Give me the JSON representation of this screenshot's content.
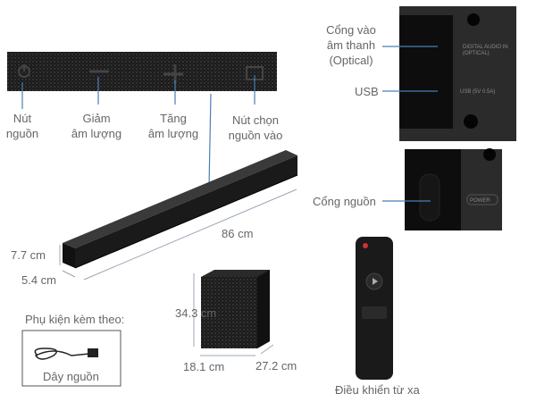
{
  "colors": {
    "accent_line": "#4a7fb5",
    "label": "#666666",
    "device": "#1a1a1a"
  },
  "control_panel": {
    "labels": {
      "power": [
        "Nút",
        "nguồn"
      ],
      "vol_down": [
        "Giảm",
        "âm lượng"
      ],
      "vol_up": [
        "Tăng",
        "âm lượng"
      ],
      "source": [
        "Nút chọn",
        "nguồn vào"
      ]
    }
  },
  "rear_ports": {
    "optical": [
      "Cổng vào",
      "âm thanh",
      "(Optical)"
    ],
    "usb": "USB",
    "panel_text": {
      "optical": [
        "DIGITAL AUDIO IN",
        "(OPTICAL)"
      ],
      "usb": "USB (5V 0.5A)",
      "power": "POWER"
    },
    "power_port": "Cổng nguồn"
  },
  "soundbar": {
    "length": "86 cm",
    "height": "7.7 cm",
    "depth": "5.4 cm"
  },
  "subwoofer": {
    "height": "34.3 cm",
    "width": "18.1 cm",
    "depth": "27.2 cm"
  },
  "accessories": {
    "title": "Phụ kiện kèm theo:",
    "items": [
      "Dây nguồn"
    ]
  },
  "remote": {
    "label": "Điều khiển từ xa"
  }
}
